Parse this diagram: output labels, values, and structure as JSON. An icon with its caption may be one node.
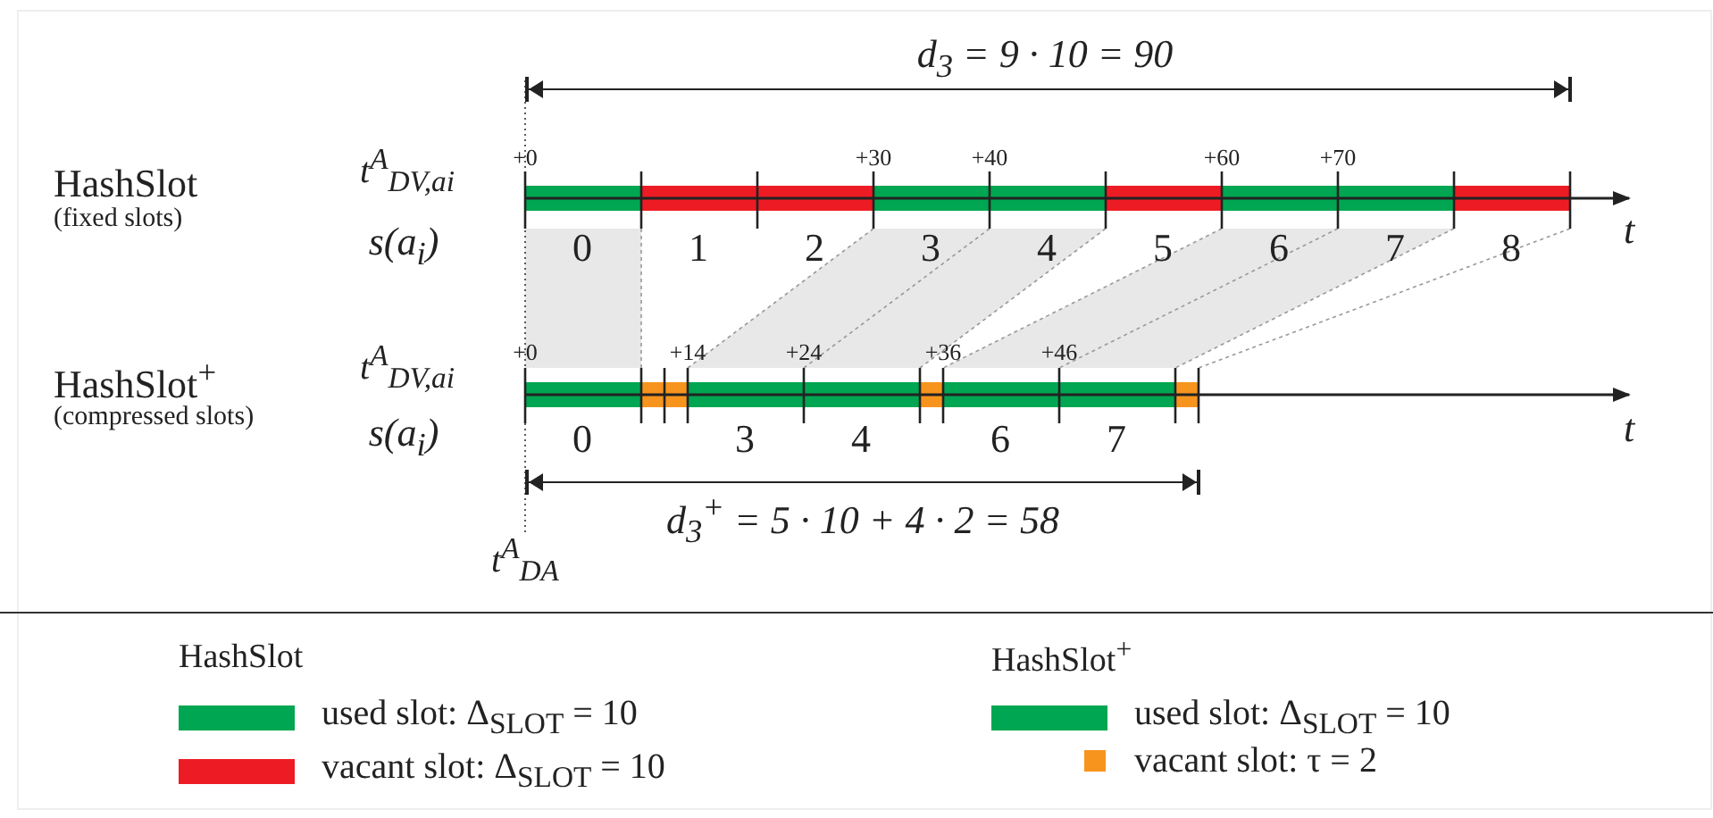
{
  "diagram": {
    "labels": [
      "d$_{3}$ = 9 · 10 = 90",
      "HashSlot",
      "(fixed slots)",
      "t$^{A}$$_{DV,a}$$_{i}$",
      "+0",
      "+30",
      "+40",
      "+60",
      "+70",
      "t",
      "s(a$_{i}$)",
      "0",
      "1",
      "2",
      "3",
      "4",
      "5",
      "6",
      "7",
      "8",
      "HashSlot$^{+}$",
      "(compressed slots)",
      "t$^{A}$$_{DV,a}$$_{i}$",
      "+0",
      "+14",
      "+24",
      "+36",
      "+46",
      "t",
      "s(a$_{i}$)",
      "0",
      "3",
      "4",
      "6",
      "7",
      "d$_{3}$$^{+}$ = 5 · 10 + 4 · 2 = 58",
      "t$^{A}$$_{DA}$",
      "HashSlot",
      "HashSlot$^{+}$"
    ],
    "legend": [
      {
        "text": "used slot: Δ$_{SLOT}$ = 10",
        "color": "#00a651"
      },
      {
        "text": "vacant slot: Δ$_{SLOT}$ = 10",
        "color": "#ed1c24"
      },
      {
        "text": "used slot: Δ$_{SLOT}$ = 10",
        "color": "#00a651"
      },
      {
        "text": "vacant slot: τ = 2",
        "color": "#f7941d"
      }
    ]
  }
}
